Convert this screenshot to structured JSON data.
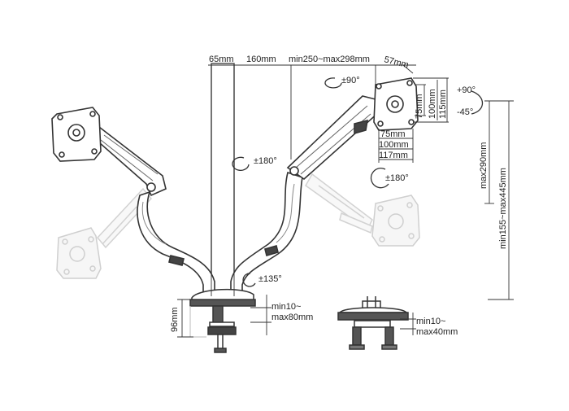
{
  "top_dims": {
    "d65": "65mm",
    "d160": "160mm",
    "drange": "min250~max298mm",
    "d57": "57mm"
  },
  "rotations": {
    "tilt_top": "±90°",
    "pivot_upper": "±180°",
    "swivel": "±180°",
    "base": "±135°",
    "tilt_up": "+90°",
    "tilt_down": "-45°"
  },
  "vesa": {
    "v75": "75mm",
    "v100": "100mm",
    "v115": "115mm",
    "h75": "75mm",
    "h100": "100mm",
    "h117": "117mm"
  },
  "heights": {
    "max290": "max290mm",
    "range155": "min155~max445mm",
    "clamp96": "96mm"
  },
  "clamps": {
    "c_line1": "min10~",
    "c_line2": "max80mm",
    "g_line1": "min10~",
    "g_line2": "max40mm"
  }
}
